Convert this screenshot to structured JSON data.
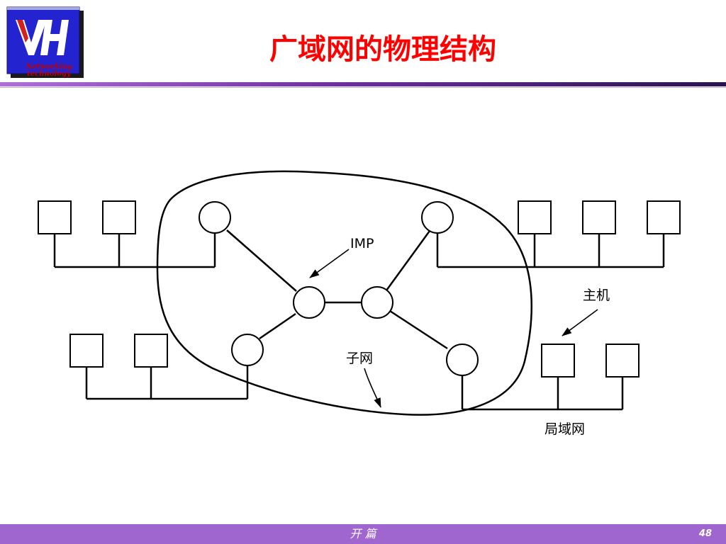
{
  "logo": {
    "line1": "Networking",
    "line2": "technology"
  },
  "title": "广域网的物理结构",
  "diagram": {
    "labels": {
      "imp": "IMP",
      "host": "主机",
      "subnet": "子网",
      "lan": "局域网"
    }
  },
  "footer": {
    "center": "开  篇",
    "page": "48"
  },
  "colors": {
    "title": "#ff0000",
    "rule": "#7030a0",
    "footer": "#a066d0",
    "logo_blue": "#2222cc"
  }
}
